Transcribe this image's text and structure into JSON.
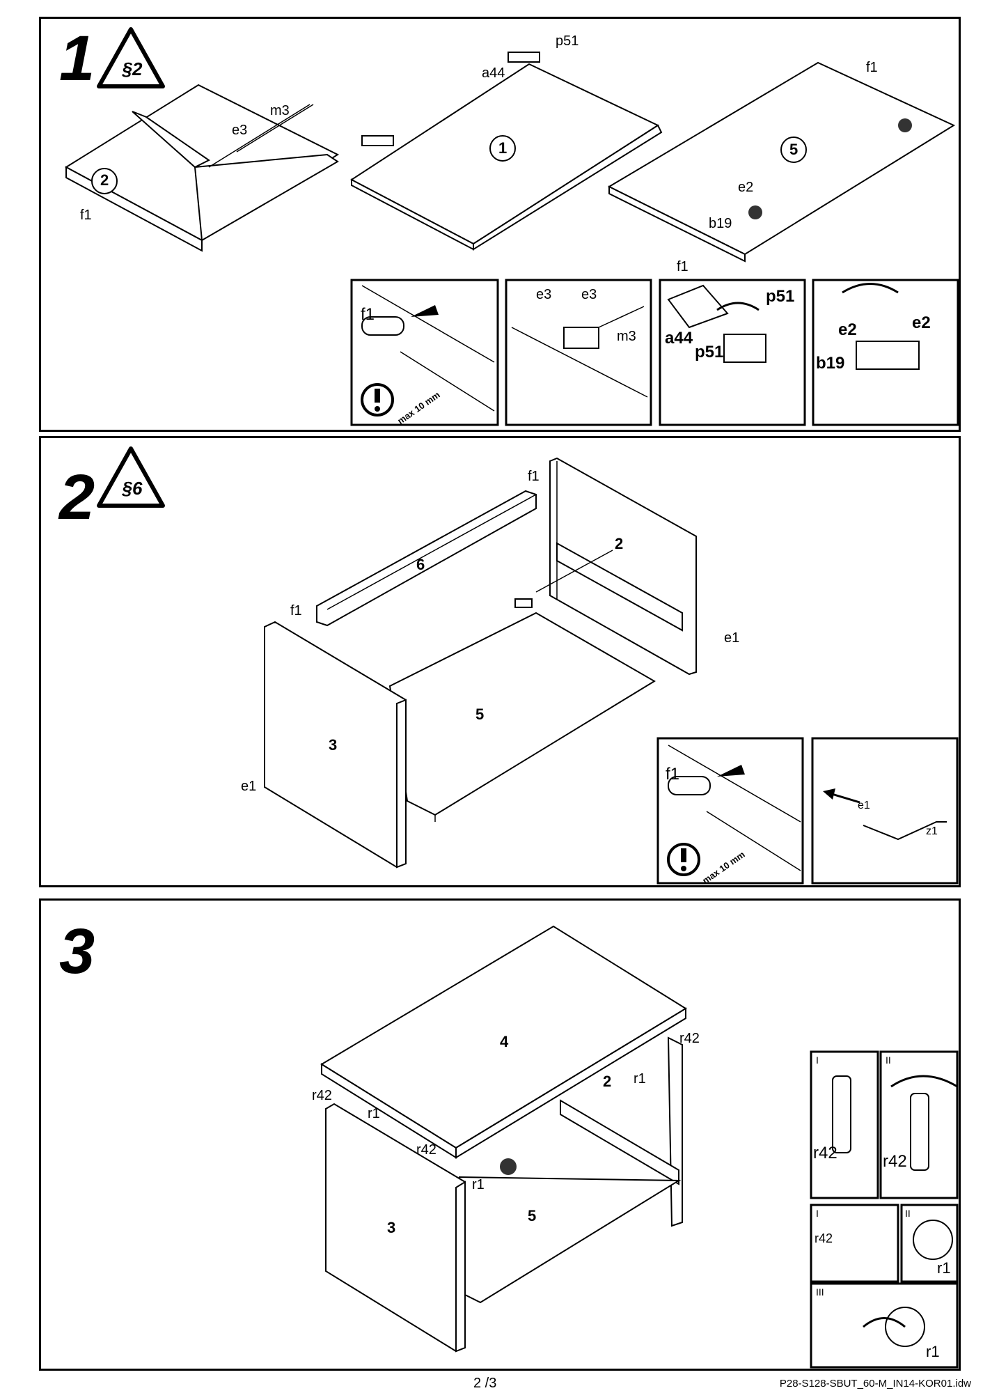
{
  "steps": [
    {
      "number": "1",
      "warning": "§2",
      "labels": {
        "m3": "m3",
        "e3": "e3",
        "f1_a": "f1",
        "p51": "p51",
        "a44": "a44",
        "f1_b": "f1",
        "e2": "e2",
        "b19": "b19",
        "f1_c": "f1",
        "panel_2": "2",
        "panel_1": "1",
        "panel_5": "5"
      },
      "insets": [
        {
          "f1": "f1",
          "max": "max 10 mm"
        },
        {
          "e3a": "e3",
          "e3b": "e3",
          "m3": "m3"
        },
        {
          "a44": "a44",
          "p51a": "p51",
          "p51b": "p51"
        },
        {
          "e2a": "e2",
          "e2b": "e2",
          "b19": "b19"
        }
      ]
    },
    {
      "number": "2",
      "warning": "§6",
      "labels": {
        "f1_top": "f1",
        "f1_left": "f1",
        "e1_right": "e1",
        "e1_left": "e1",
        "panel_6": "6",
        "panel_2": "2",
        "panel_5": "5",
        "panel_3": "3"
      },
      "insets": [
        {
          "f1": "f1",
          "max": "max 10 mm"
        },
        {
          "e1": "e1",
          "z1": "z1"
        }
      ]
    },
    {
      "number": "3",
      "labels": {
        "r42_a": "r42",
        "r42_b": "r42",
        "r42_c": "r42",
        "r1_a": "r1",
        "r1_b": "r1",
        "r1_c": "r1",
        "panel_4": "4",
        "panel_2": "2",
        "panel_5": "5",
        "panel_3": "3"
      },
      "insets": [
        {
          "roman": "I",
          "r42": "r42"
        },
        {
          "roman": "II",
          "r42": "r42"
        },
        {
          "roman": "I",
          "r42": "r42"
        },
        {
          "roman": "II",
          "r1": "r1"
        },
        {
          "roman": "III",
          "r1": "r1"
        }
      ]
    }
  ],
  "footer": {
    "page": "2 /3",
    "file": "P28-S128-SBUT_60-M_IN14-KOR01.idw"
  }
}
